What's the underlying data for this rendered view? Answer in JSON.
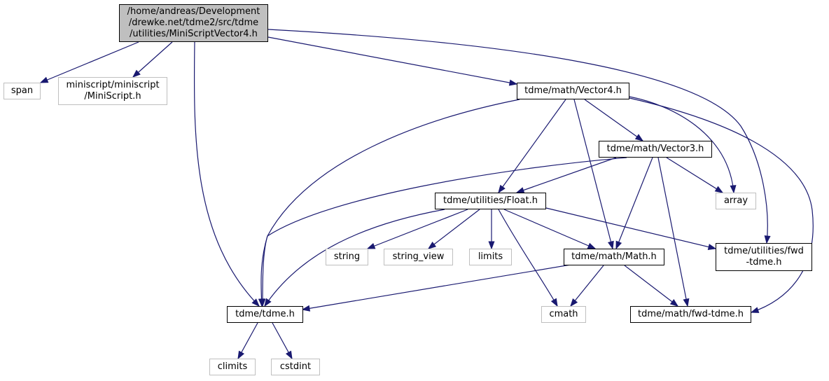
{
  "graph": {
    "nodes": {
      "root": {
        "label": "/home/andreas/Development\n/drewke.net/tdme2/src/tdme\n/utilities/MiniScriptVector4.h",
        "kind": "root"
      },
      "span": {
        "label": "span",
        "kind": "external"
      },
      "miniscript": {
        "label": "miniscript/miniscript\n/MiniScript.h",
        "kind": "external"
      },
      "vector4": {
        "label": "tdme/math/Vector4.h",
        "kind": "internal"
      },
      "vector3": {
        "label": "tdme/math/Vector3.h",
        "kind": "internal"
      },
      "float": {
        "label": "tdme/utilities/Float.h",
        "kind": "internal"
      },
      "array": {
        "label": "array",
        "kind": "external"
      },
      "string": {
        "label": "string",
        "kind": "external"
      },
      "string_view": {
        "label": "string_view",
        "kind": "external"
      },
      "limits": {
        "label": "limits",
        "kind": "external"
      },
      "math": {
        "label": "tdme/math/Math.h",
        "kind": "internal"
      },
      "fwd_utilities": {
        "label": "tdme/utilities/fwd\n-tdme.h",
        "kind": "internal"
      },
      "tdme": {
        "label": "tdme/tdme.h",
        "kind": "internal"
      },
      "cmath": {
        "label": "cmath",
        "kind": "external"
      },
      "fwd_math": {
        "label": "tdme/math/fwd-tdme.h",
        "kind": "internal"
      },
      "climits": {
        "label": "climits",
        "kind": "external"
      },
      "cstdint": {
        "label": "cstdint",
        "kind": "external"
      }
    },
    "colors": {
      "edge": "#191970",
      "root_fill": "#bfbfbf",
      "external_border": "#bfbfbf",
      "internal_border": "#000000"
    }
  }
}
